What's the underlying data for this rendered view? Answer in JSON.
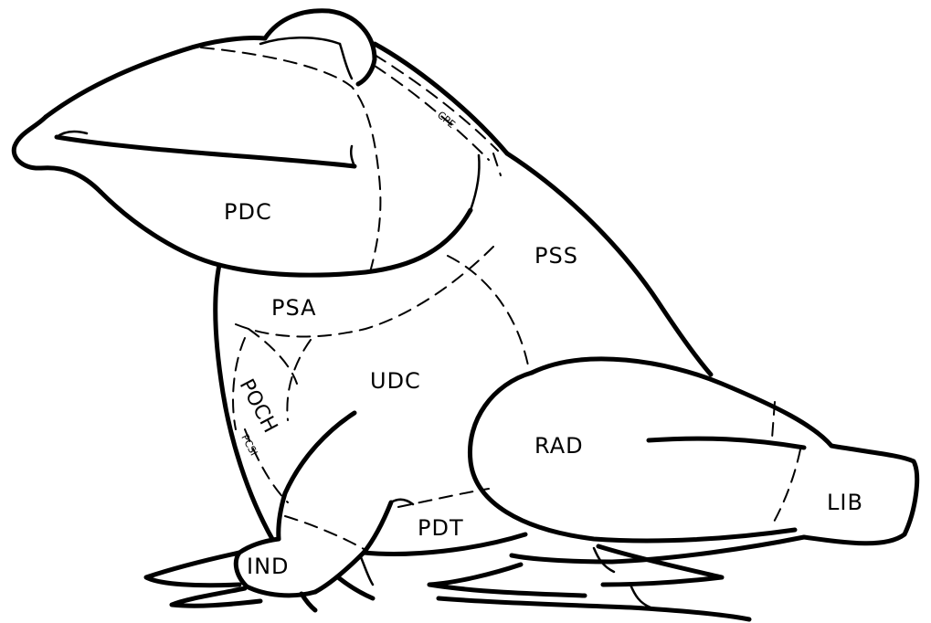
{
  "regions": {
    "pdc": "PDC",
    "cpe": "CPE",
    "pss": "PSS",
    "psa": "PSA",
    "udc": "UDC",
    "poch": "POCH",
    "pcsi": "PCSI",
    "rad": "RAD",
    "lib": "LIB",
    "pdt": "PDT",
    "ind": "IND"
  }
}
